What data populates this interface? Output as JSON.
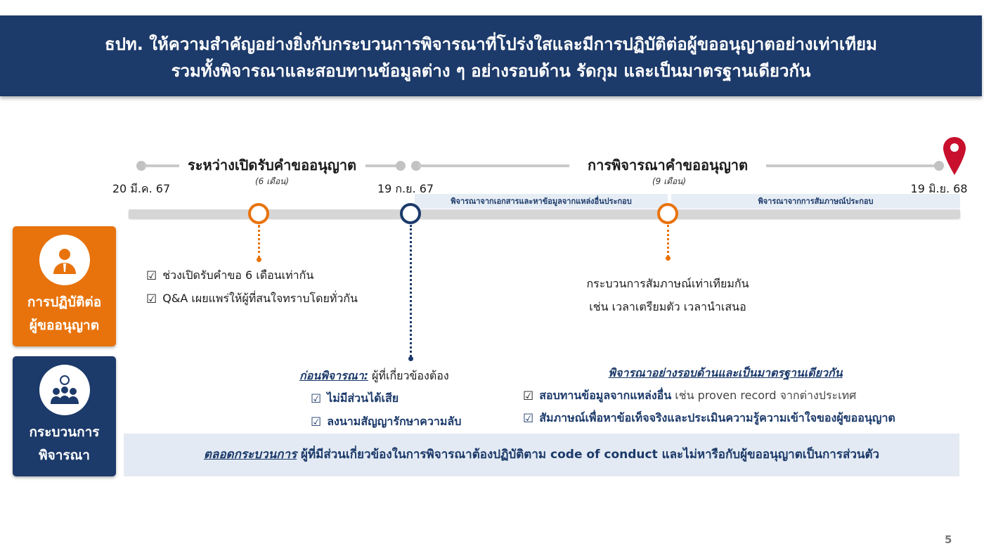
{
  "header": {
    "line1": "ธปท. ให้ความสำคัญอย่างยิ่งกับกระบวนการพิจารณาที่โปร่งใสและมีการปฏิบัติต่อผู้ขออนุญาตอย่างเท่าเทียม",
    "line2": "รวมทั้งพิจารณาและสอบทานข้อมูลต่าง ๆ อย่างรอบด้าน รัดกุม และเป็นมาตรฐานเดียวกัน"
  },
  "timeline": {
    "phase1": {
      "title": "ระหว่างเปิดรับคำขออนุญาต",
      "duration": "(6 เดือน)"
    },
    "phase2": {
      "title": "การพิจารณาคำขออนุญาต",
      "duration": "(9 เดือน)"
    },
    "dates": [
      "20 มี.ค. 67",
      "19 ก.ย. 67",
      "19 มิ.ย. 68"
    ],
    "bands": [
      "พิจารณาจากเอกสารและหาข้อมูลจากแหล่งอื่นประกอบ",
      "พิจารณาจากการสัมภาษณ์ประกอบ"
    ]
  },
  "colors": {
    "navy": "#1c3a6a",
    "orange": "#e8730c",
    "pin": "#c8102e"
  },
  "rows": {
    "applicant": {
      "label1": "การปฏิบัติต่อ",
      "label2": "ผู้ขออนุญาต",
      "icon": "person-icon"
    },
    "process": {
      "label1": "กระบวนการ",
      "label2": "พิจารณา",
      "icon": "team-idea-icon"
    }
  },
  "open_period": {
    "items": [
      "ช่วงเปิดรับคำขอ 6 เดือนเท่ากัน",
      "Q&A เผยแพร่ให้ผู้ที่สนใจทราบโดยทั่วกัน"
    ]
  },
  "interview": {
    "line1": "กระบวนการสัมภาษณ์เท่าเทียมกัน",
    "line2": "เช่น เวลาเตรียมตัว เวลานำเสนอ"
  },
  "before": {
    "heading": "ก่อนพิจารณา:",
    "heading_rest": " ผู้ที่เกี่ยวข้องต้อง",
    "items": [
      "ไม่มีส่วนได้เสีย",
      "ลงนามสัญญารักษาความลับ"
    ]
  },
  "thorough": {
    "heading": "พิจารณาอย่างรอบด้านและเป็นมาตรฐานเดียวกัน",
    "item1_bold": "สอบทานข้อมูลจากแหล่งอื่น",
    "item1_rest": " เช่น proven record จากต่างประเทศ",
    "item2": "สัมภาษณ์เพื่อหาข้อเท็จจริงและประเมินความรู้ความเข้าใจของผู้ขออนุญาต"
  },
  "banner": {
    "lead": "ตลอดกระบวนการ",
    "text": " ผู้ที่มีส่วนเกี่ยวข้องในการพิจารณาต้องปฏิบัติตาม code of conduct  และไม่หารือกับผู้ขออนุญาตเป็นการส่วนตัว"
  },
  "page_number": "5"
}
